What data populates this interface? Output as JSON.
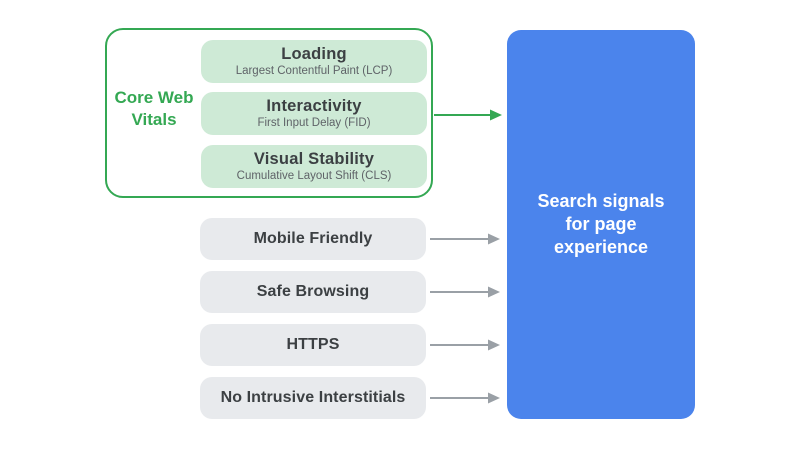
{
  "core_web_vitals_group": {
    "label": "Core Web Vitals",
    "vitals": [
      {
        "title": "Loading",
        "subtitle": "Largest Contentful Paint (LCP)"
      },
      {
        "title": "Interactivity",
        "subtitle": "First Input Delay (FID)"
      },
      {
        "title": "Visual Stability",
        "subtitle": "Cumulative Layout Shift (CLS)"
      }
    ]
  },
  "other_signals": [
    "Mobile Friendly",
    "Safe Browsing",
    "HTTPS",
    "No Intrusive Interstitials"
  ],
  "target_box": {
    "label": "Search signals for page experience"
  },
  "colors": {
    "green_accent": "#34a853",
    "green_pill_bg": "#ceead6",
    "gray_pill_bg": "#e8eaed",
    "text_dark": "#3c4043",
    "text_subtle": "#5f6368",
    "blue_box_bg": "#4b84ec",
    "arrow_gray": "#9aa0a6",
    "background": "#ffffff"
  }
}
